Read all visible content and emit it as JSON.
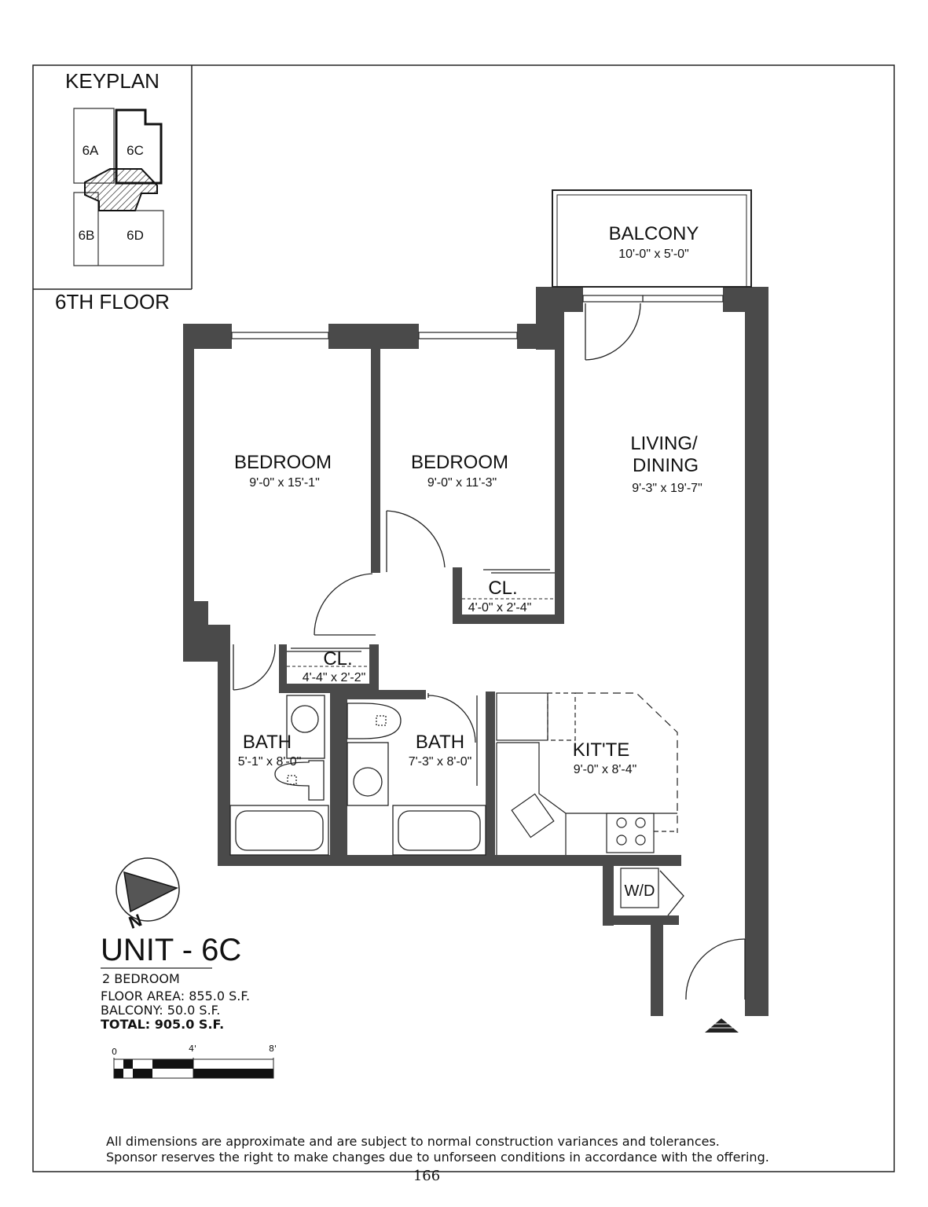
{
  "keyplan": {
    "title": "KEYPLAN",
    "floor": "6TH FLOOR",
    "units": [
      "6A",
      "6C",
      "6B",
      "6D"
    ]
  },
  "rooms": {
    "balcony": {
      "name": "BALCONY",
      "dims": "10'-0\" x 5'-0\""
    },
    "bedroom1": {
      "name": "BEDROOM",
      "dims": "9'-0\" x 15'-1\""
    },
    "bedroom2": {
      "name": "BEDROOM",
      "dims": "9'-0\" x 11'-3\""
    },
    "living": {
      "name_line1": "LIVING/",
      "name_line2": "DINING",
      "dims": "9'-3\" x 19'-7\""
    },
    "closet1": {
      "name": "CL.",
      "dims": "4'-0\" x 2'-4\""
    },
    "closet2": {
      "name": "CL.",
      "dims": "4'-4\" x 2'-2\""
    },
    "bath1": {
      "name": "BATH",
      "dims": "5'-1\" x 8'-0\""
    },
    "bath2": {
      "name": "BATH",
      "dims": "7'-3\" x 8'-0\""
    },
    "kitchen": {
      "name": "KIT'TE",
      "dims": "9'-0\" x 8'-4\""
    },
    "laundry": {
      "name": "W/D"
    }
  },
  "compass": {
    "label": "N"
  },
  "unit": {
    "title": "UNIT - 6C",
    "type": "2 BEDROOM",
    "floor_area": "FLOOR AREA: 855.0 S.F.",
    "balcony_area": "BALCONY: 50.0 S.F.",
    "total_area": "TOTAL: 905.0 S.F."
  },
  "scale": {
    "ticks": [
      "0",
      "4'",
      "8'"
    ]
  },
  "footer": {
    "disclaimer_line1": "All dimensions are approximate and are subject to normal construction variances and tolerances.",
    "disclaimer_line2": "Sponsor reserves the right to make changes due to unforseen conditions in accordance with the offering.",
    "page_number": "166"
  }
}
